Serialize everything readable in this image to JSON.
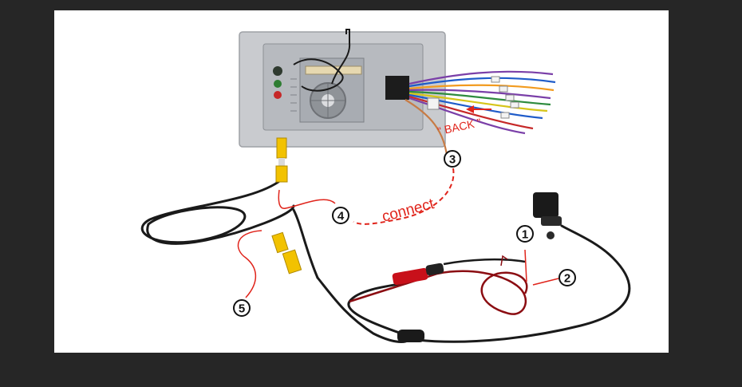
{
  "labels": {
    "back": "“ BACK ”",
    "connect": "connect",
    "n1": "1",
    "n2": "2",
    "n3": "3",
    "n4": "4",
    "n5": "5"
  },
  "colors": {
    "background": "#262626",
    "photo": "#ffffff",
    "annotation_red": "#e0241b",
    "rca_yellow": "#f2c200",
    "cable_black": "#1a1a1a",
    "power_red": "#c8101a",
    "unit_silver": "#c9cbcf"
  }
}
